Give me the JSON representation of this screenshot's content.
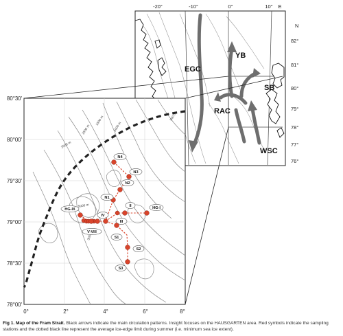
{
  "inset_map": {
    "top_lon_labels": [
      "-20°",
      "-10°",
      "0°",
      "10°",
      "E"
    ],
    "north_label": "N",
    "lat_labels": [
      "82°",
      "81°",
      "80°",
      "79°",
      "78°",
      "77°",
      "76°"
    ],
    "current_labels": [
      "EGC",
      "YB",
      "SB",
      "RAC",
      "WSC"
    ]
  },
  "main_map": {
    "lat_labels": [
      "80°30'",
      "80°00'",
      "79°30'",
      "79°00'",
      "78°30'",
      "78°00'"
    ],
    "lon_labels": [
      "0°",
      "2°",
      "4°",
      "6°",
      "8°"
    ],
    "depth_labels": [
      "2500 m",
      "1500 m",
      "1000 m",
      "500 m",
      "2000 m",
      "3000 m",
      "5000 m"
    ],
    "stations": [
      {
        "label": "N4"
      },
      {
        "label": "N3"
      },
      {
        "label": "N2"
      },
      {
        "label": "N1"
      },
      {
        "label": "HG-IX"
      },
      {
        "label": "IV"
      },
      {
        "label": "III"
      },
      {
        "label": "II"
      },
      {
        "label": "HG-I"
      },
      {
        "label": "V-VIII"
      },
      {
        "label": "S1"
      },
      {
        "label": "S2"
      },
      {
        "label": "S3"
      }
    ]
  },
  "colors": {
    "station_fill": "#d9442b",
    "station_stroke": "#8a1f10",
    "connector": "#d9442b",
    "contour": "#8a8a8a",
    "arrow": "#6e6e6e",
    "ice_edge": "#222222"
  },
  "caption": {
    "lead": "Fig 1. Map of the Fram Strait.",
    "body": " Black arrows indicate the main circulation patterns. Insight focuses on the HAUSGARTEN area. Red symbols indicate the sampling stations and the dotted black line represent the average ice-edge limit during summer (i.e. minimum sea ice extent)."
  }
}
